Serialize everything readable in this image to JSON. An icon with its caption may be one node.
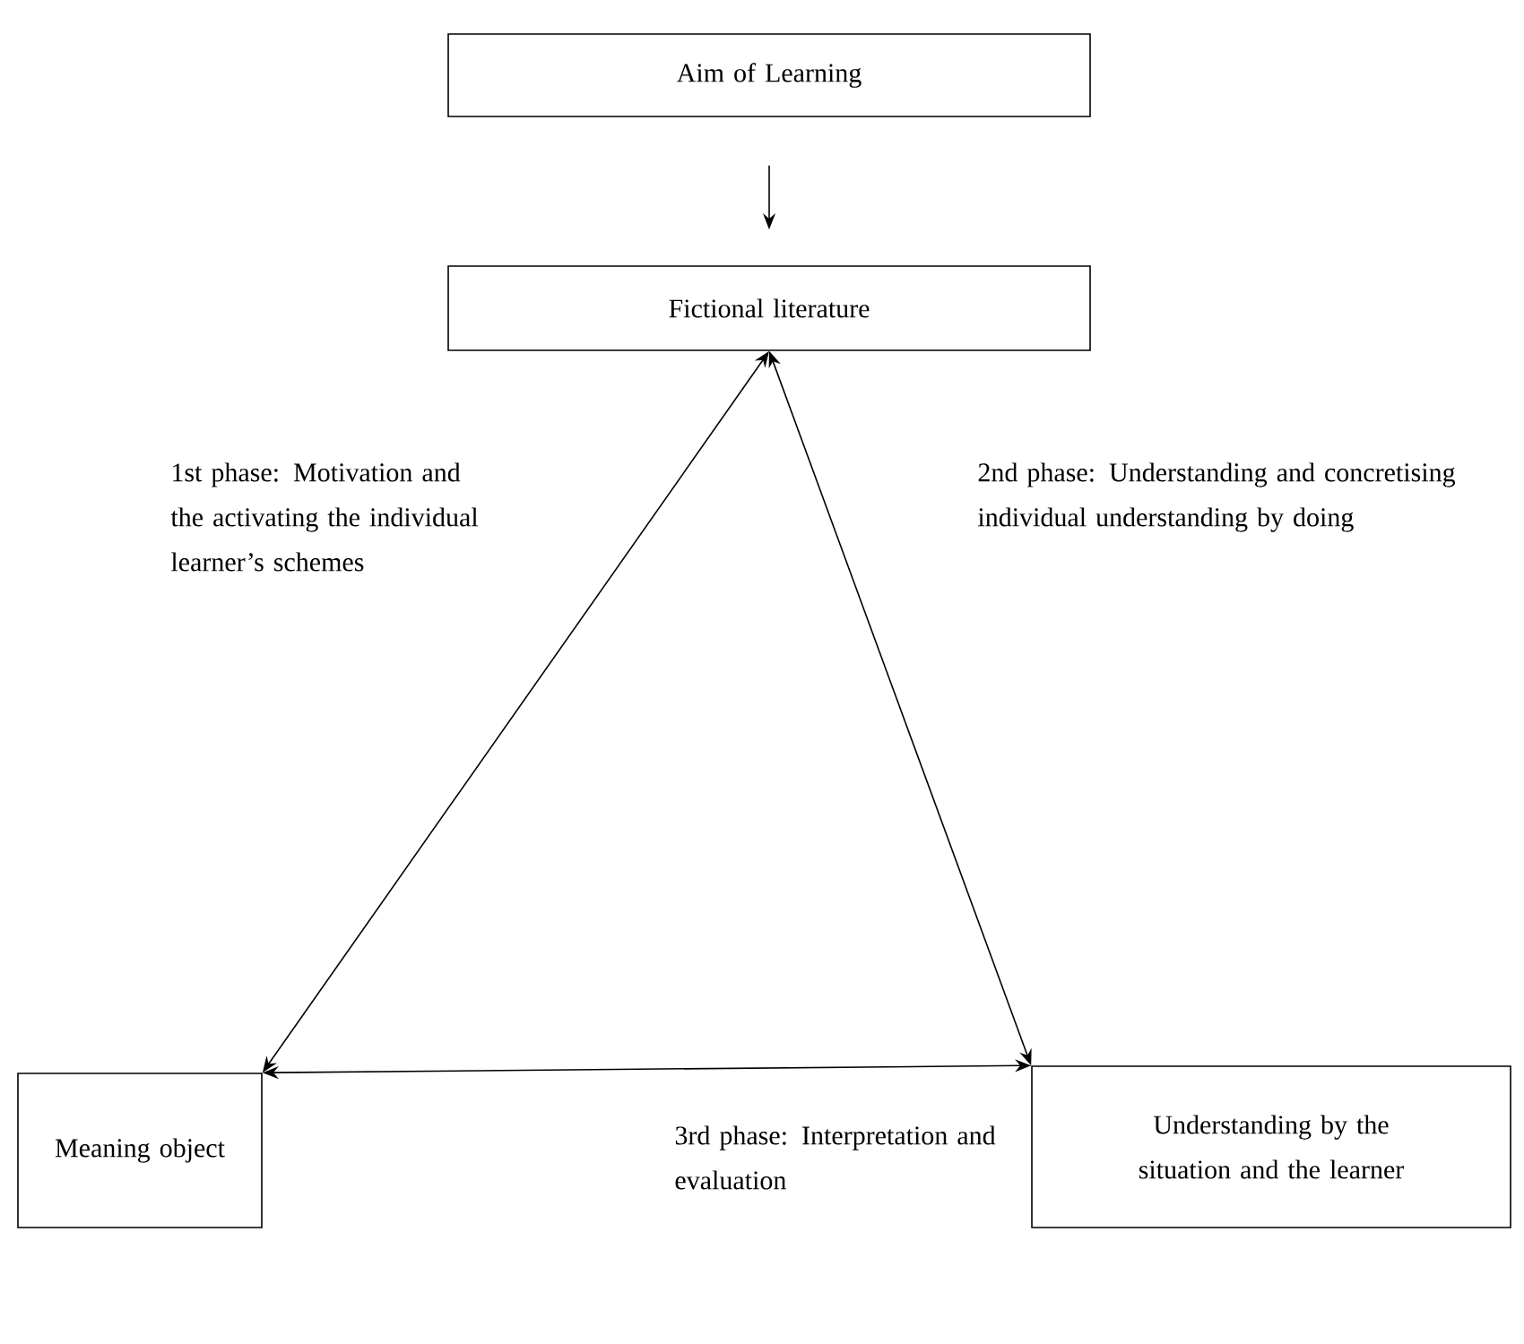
{
  "diagram": {
    "nodes": [
      {
        "text": [
          "Aim of Learning"
        ]
      },
      {
        "text": [
          "Fictional literature"
        ]
      },
      {
        "text": [
          "Meaning object"
        ]
      },
      {
        "text": [
          "Understanding by the situation and the learner"
        ]
      }
    ],
    "edges": [
      {
        "from": 0,
        "to": 1,
        "arrow": "to"
      },
      {
        "from": 1,
        "to": 2,
        "arrow": "both",
        "label": "1st phase: Motivation and the activating the individual learner’s schemes"
      },
      {
        "from": 1,
        "to": 3,
        "arrow": "both",
        "label": "2nd phase: Understanding and concretising individual understanding by doing"
      },
      {
        "from": 2,
        "to": 3,
        "arrow": "both",
        "label": "3rd phase: Interpretation and evaluation"
      }
    ]
  }
}
